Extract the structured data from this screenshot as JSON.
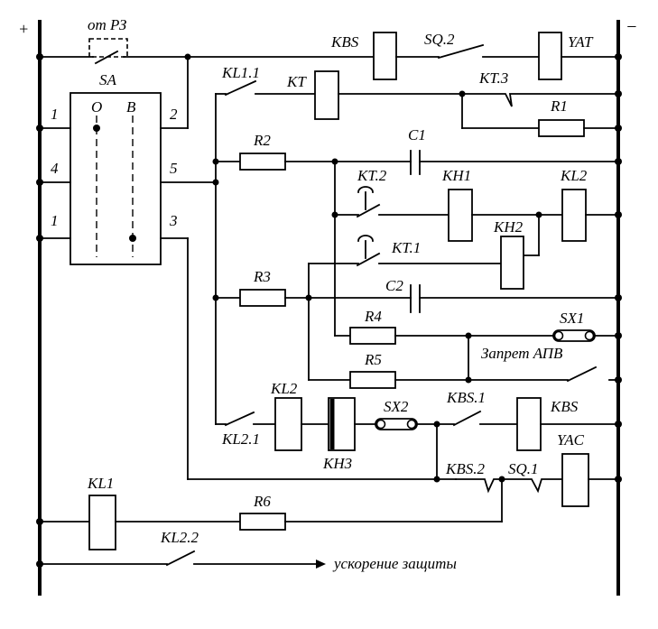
{
  "polarity": {
    "plus": "+",
    "minus": "−"
  },
  "labels": {
    "from_rz": "от РЗ",
    "sa": "SA",
    "sa_pos_o": "O",
    "sa_pos_v": "B",
    "sa_term_1a": "1",
    "sa_term_4": "4",
    "sa_term_1b": "1",
    "sa_term_2": "2",
    "sa_term_5": "5",
    "sa_term_3": "3",
    "kbs_coil": "KBS",
    "sq2": "SQ.2",
    "yat": "YAT",
    "kl1_1": "KL1.1",
    "kt": "KT",
    "kt3": "KT.3",
    "r1": "R1",
    "r2": "R2",
    "c1": "C1",
    "kt2": "KT.2",
    "kh1": "KH1",
    "kl2_coil": "KL2",
    "kh2": "KH2",
    "kt1": "KT.1",
    "r3": "R3",
    "c2": "C2",
    "r4": "R4",
    "sx1": "SX1",
    "r5": "R5",
    "zapret_apv": "Запрет АПВ",
    "kl2_left": "KL2",
    "kl2_1": "KL2.1",
    "kh3": "KH3",
    "sx2": "SX2",
    "kbs1": "KBS.1",
    "kbs_coil2": "KBS",
    "yac": "YAC",
    "kbs2": "KBS.2",
    "sq1": "SQ.1",
    "kl1": "KL1",
    "r6": "R6",
    "kl2_2": "KL2.2",
    "uskorenie": "ускорение защиты"
  }
}
